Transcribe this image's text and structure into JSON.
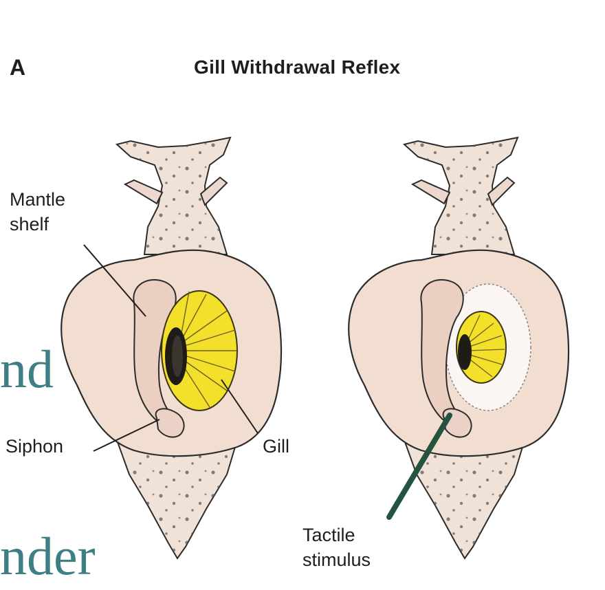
{
  "figure": {
    "panel_letter": "A",
    "title": "Gill Withdrawal Reflex"
  },
  "labels": {
    "mantle_line1": "Mantle",
    "mantle_line2": "shelf",
    "siphon": "Siphon",
    "gill": "Gill",
    "tactile_line1": "Tactile",
    "tactile_line2": "stimulus"
  },
  "background_text": {
    "fragment_1": "nd",
    "fragment_2": "nder"
  },
  "colors": {
    "body_fill": "#efdcd2",
    "body_stroke": "#2b2b2b",
    "gill_fill": "#f3e02a",
    "gill_stroke": "#3a3416",
    "probe": "#24533f",
    "leader_lines": "#1e1e1e",
    "background_text": "#3d7f84"
  }
}
